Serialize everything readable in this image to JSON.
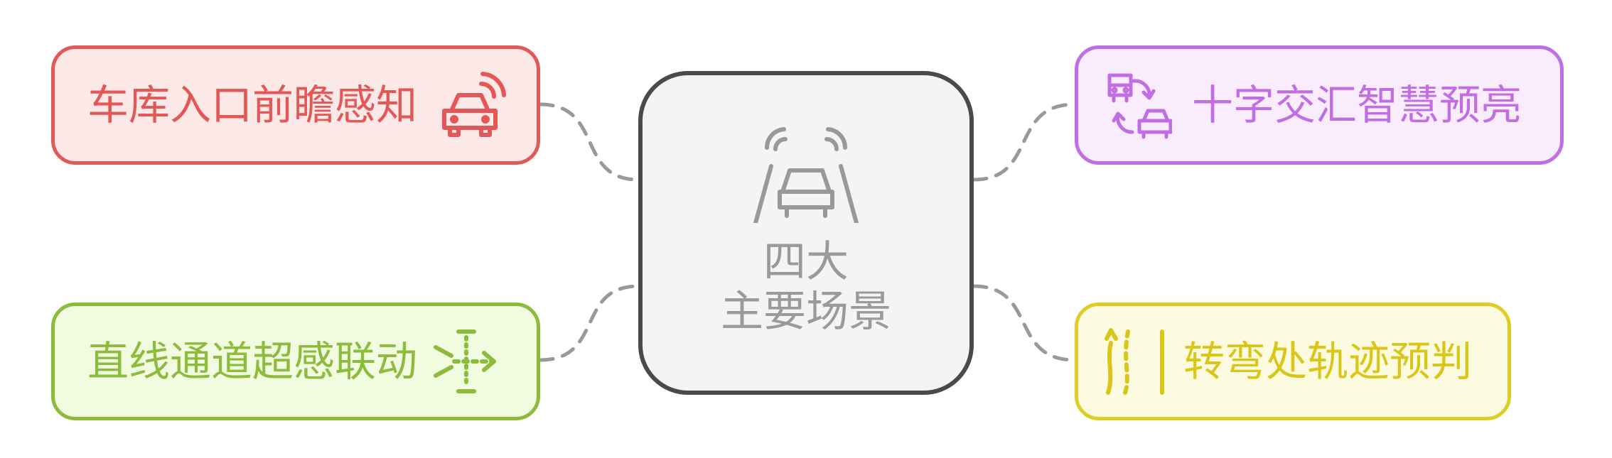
{
  "center": {
    "line1": "四大",
    "line2": "主要场景",
    "icon": "car-lanes-sensor-icon"
  },
  "branches": {
    "top_left": {
      "label": "车库入口前瞻感知",
      "icon": "car-signal-icon",
      "color": "#e45757",
      "fill": "#fde8e8"
    },
    "bottom_left": {
      "label": "直线通道超感联动",
      "icon": "straight-lane-arrow-icon",
      "color": "#8dbb3c",
      "fill": "#f1fbdf"
    },
    "top_right": {
      "label": "十字交汇智慧预亮",
      "icon": "vehicle-crossing-icon",
      "color": "#c16ee3",
      "fill": "#f8ecfd"
    },
    "bottom_right": {
      "label": "转弯处轨迹预判",
      "icon": "curved-road-icon",
      "color": "#ddcd24",
      "fill": "#fdfbdf"
    }
  },
  "connector_color": "#999999"
}
